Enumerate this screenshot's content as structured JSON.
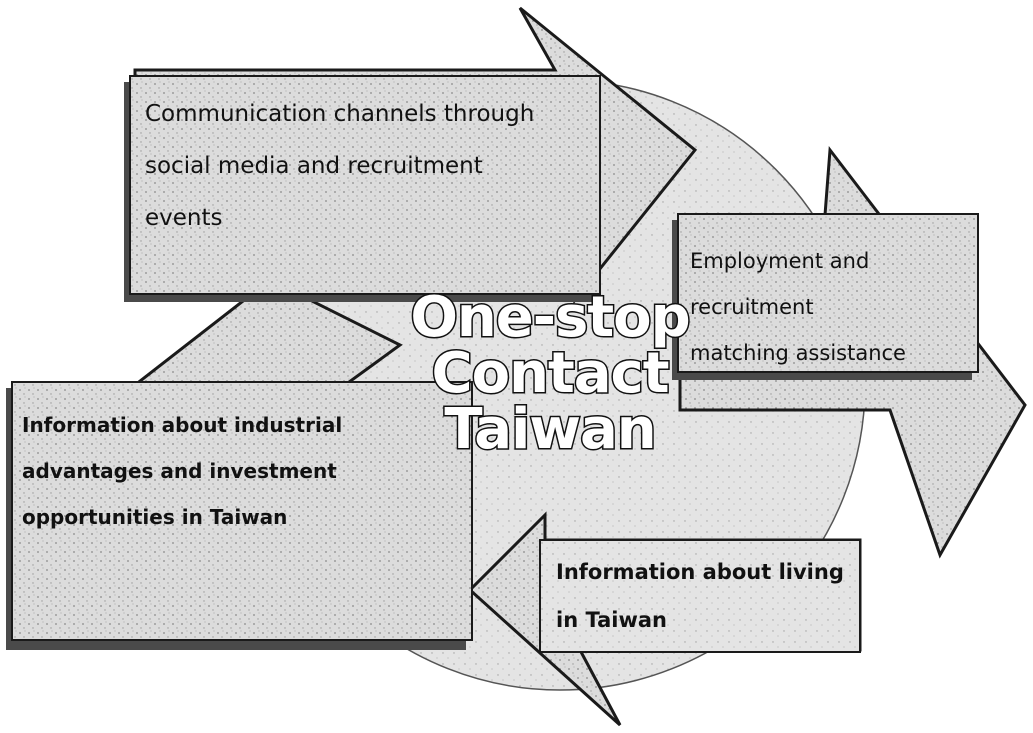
{
  "diagram": {
    "hub": {
      "lines": [
        "One-stop",
        "Contact",
        "Taiwan"
      ]
    },
    "boxes": [
      {
        "id": "top",
        "lines": [
          "Communication channels through",
          "social media and recruitment",
          "events"
        ]
      },
      {
        "id": "right",
        "lines": [
          "Employment and",
          "recruitment",
          "matching assistance"
        ]
      },
      {
        "id": "bottom",
        "lines": [
          "Information about living",
          "in Taiwan"
        ]
      },
      {
        "id": "left",
        "lines": [
          "Information about industrial",
          "advantages and investment",
          "opportunities in Taiwan"
        ]
      }
    ],
    "colors": {
      "box_fill": "#d9d9d9",
      "arrow_fill": "#e3e3e3",
      "outline": "#1a1a1a",
      "shadow": "#4a4a4a",
      "hub_text": "#ffffff",
      "hub_stroke": "#111111"
    }
  }
}
